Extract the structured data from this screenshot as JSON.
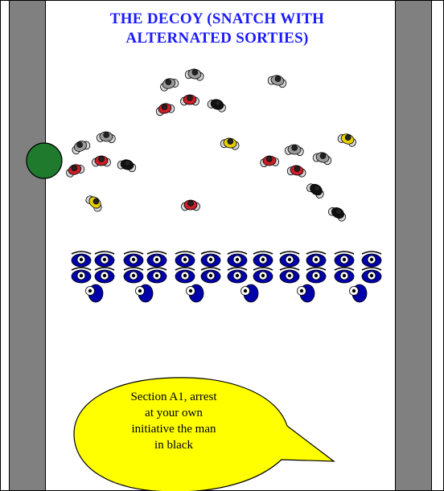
{
  "title": {
    "line1": "THE DECOY (SNATCH WITH",
    "line2": "ALTERNATED SORTIES)"
  },
  "callout": {
    "lines": [
      "Section A1, arrest",
      "at your own",
      "initiative  the man",
      "in black"
    ]
  },
  "colors": {
    "wall": "#808080",
    "title": "#1a1aff",
    "bubble_fill": "#ffff00",
    "green_marker": "#1f7a2e",
    "police_blue": "#0000aa",
    "red": "#cc1f2a",
    "black": "#111111",
    "grey": "#9a9a9a",
    "yellow": "#e8d000"
  },
  "legend_icons": {
    "crowd": "rioter-figure-icon",
    "police": "police-officer-icon",
    "marker": "green-circle-icon"
  }
}
